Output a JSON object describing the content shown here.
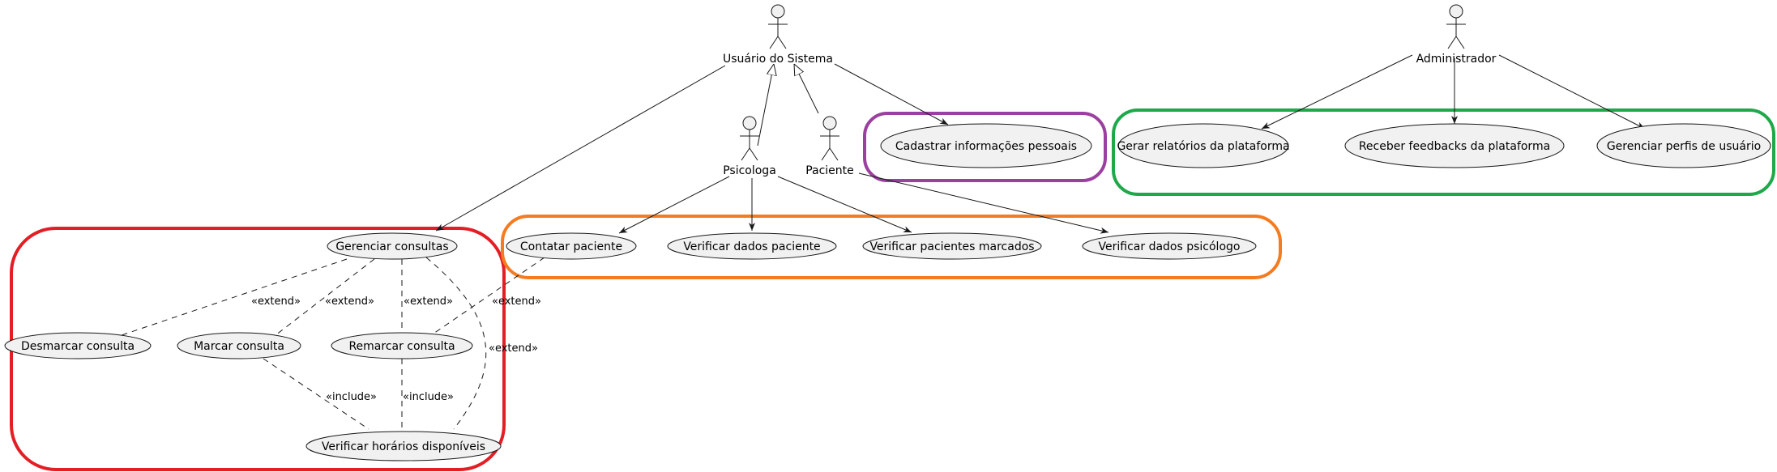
{
  "actors": {
    "usuario": "Usuário do Sistema",
    "psicologa": "Psicologa",
    "paciente": "Paciente",
    "administrador": "Administrador"
  },
  "use_cases": {
    "gerenciar_consultas": "Gerenciar consultas",
    "desmarcar_consulta": "Desmarcar consulta",
    "marcar_consulta": "Marcar consulta",
    "remarcar_consulta": "Remarcar consulta",
    "verificar_horarios": "Verificar horários disponíveis",
    "contatar_paciente": "Contatar paciente",
    "verificar_dados_paciente": "Verificar dados paciente",
    "verificar_pacientes_marcados": "Verificar pacientes marcados",
    "verificar_dados_psicologo": "Verificar dados psicólogo",
    "cadastrar_info": "Cadastrar informações pessoais",
    "gerar_relatorios": "Gerar relatórios da plataforma",
    "receber_feedbacks": "Receber feedbacks da plataforma",
    "gerenciar_perfis": "Gerenciar perfis de usuário"
  },
  "relation_labels": {
    "extend": "«extend»",
    "include": "«include»"
  },
  "colors": {
    "red_boundary": "#e31e24",
    "orange_boundary": "#f47b20",
    "purple_boundary": "#9b3fa0",
    "green_boundary": "#1fa84a",
    "usecase_fill": "#f1f1f1",
    "line": "#181818"
  }
}
